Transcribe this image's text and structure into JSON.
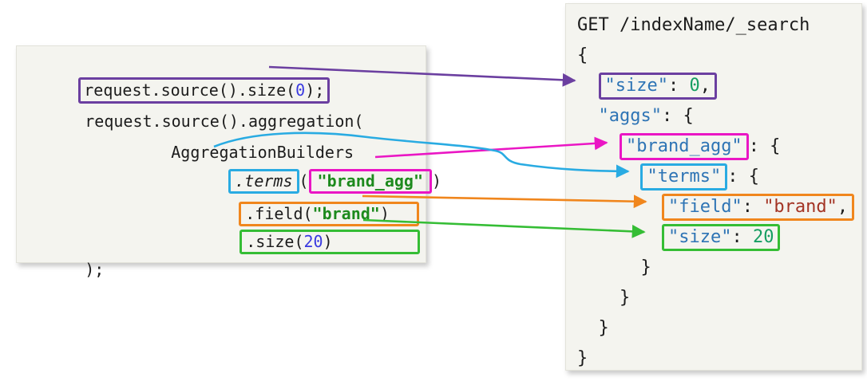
{
  "colors": {
    "arrow_purple": "#6b3fa0",
    "arrow_magenta": "#ea16c4",
    "arrow_cyan": "#29abe2",
    "arrow_orange": "#f0861d",
    "arrow_green": "#35bd35",
    "json_key_blue": "#2e74b5",
    "json_string_red": "#a33424",
    "json_number_green": "#169e62",
    "java_number_blue": "#3a3ae0",
    "java_string_green": "#1d8a1d",
    "panel_background": "#f4f4ef"
  },
  "left_panel": {
    "line1": {
      "pre": "request.source().size(",
      "num": "0",
      "post": ");"
    },
    "line2": {
      "text": "request.source().aggregation("
    },
    "line3": {
      "text": "AggregationBuilders"
    },
    "line4": {
      "method": ".terms",
      "open": "(",
      "str": "\"brand_agg\"",
      "close": ")"
    },
    "line5": {
      "pre": ".field(",
      "str": "\"brand\"",
      "post": ")"
    },
    "line6": {
      "pre": ".size(",
      "num": "20",
      "post": ")"
    },
    "line7": {
      "text": ");"
    }
  },
  "right_panel": {
    "line1": {
      "text": "GET /indexName/_search"
    },
    "line2": {
      "text": "{"
    },
    "line3": {
      "indent": "  ",
      "key": "\"size\"",
      "sep": ": ",
      "value": "0",
      "comma": ","
    },
    "line4": {
      "indent": "  ",
      "key": "\"aggs\"",
      "sep": ": ",
      "brace": "{"
    },
    "line5": {
      "indent": "    ",
      "key": "\"brand_agg\"",
      "after": ": {"
    },
    "line6": {
      "indent": "      ",
      "key": "\"terms\"",
      "after": ": {"
    },
    "line7": {
      "indent": "        ",
      "key": "\"field\"",
      "sep": ": ",
      "value": "\"brand\"",
      "comma": ","
    },
    "line8": {
      "indent": "        ",
      "key": "\"size\"",
      "sep": ": ",
      "value": "20"
    },
    "line9": {
      "indent": "      ",
      "text": "}"
    },
    "line10": {
      "indent": "    ",
      "text": "}"
    },
    "line11": {
      "indent": "  ",
      "text": "}"
    },
    "line12": {
      "text": "}"
    }
  }
}
